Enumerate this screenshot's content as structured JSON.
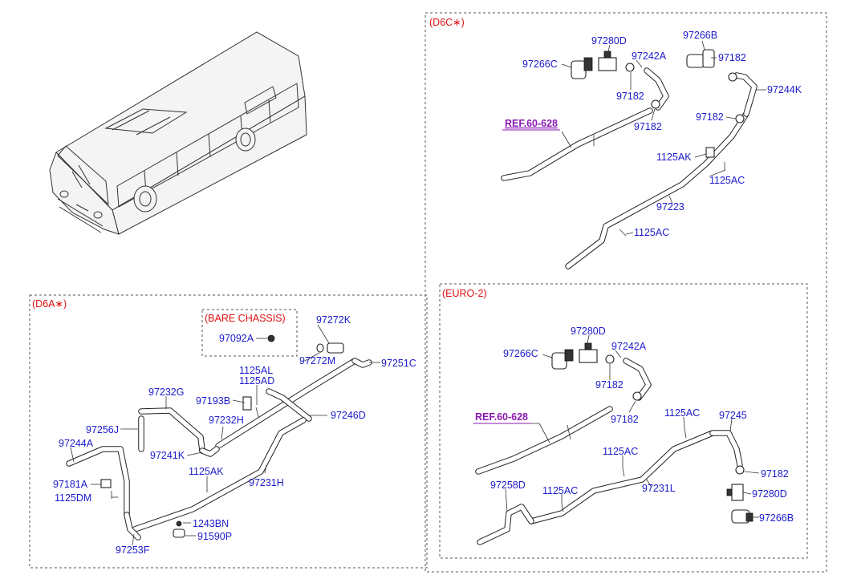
{
  "sections": {
    "d6a": "(D6A∗)",
    "d6c": "(D6C∗)",
    "euro2": "(EURO-2)",
    "bare_chassis": "(BARE CHASSIS)"
  },
  "d6a_labels": {
    "p97092A": "97092A",
    "p97272K": "97272K",
    "p97272M": "97272M",
    "p97251C": "97251C",
    "p1125AL": "1125AL",
    "p1125AD": "1125AD",
    "p97232G": "97232G",
    "p97193B": "97193B",
    "p97246D": "97246D",
    "p97232H": "97232H",
    "p97256J": "97256J",
    "p97244A": "97244A",
    "p97241K": "97241K",
    "p1125AK": "1125AK",
    "p97231H": "97231H",
    "p97181A": "97181A",
    "p1125DM": "1125DM",
    "p1243BN": "1243BN",
    "p91590P": "91590P",
    "p97253F": "97253F"
  },
  "d6c_labels": {
    "p97280D": "97280D",
    "p97266B": "97266B",
    "p97266C": "97266C",
    "p97242A": "97242A",
    "p97182a": "97182",
    "p97244K": "97244K",
    "p97182b": "97182",
    "p97182c": "97182",
    "p97182d": "97182",
    "ref": "REF.60-628",
    "p1125AKa": "1125AK",
    "p1125ACa": "1125AC",
    "p97223": "97223",
    "p1125ACb": "1125AC"
  },
  "euro2_labels": {
    "p97280D": "97280D",
    "p97266C": "97266C",
    "p97242A": "97242A",
    "p97182a": "97182",
    "ref": "REF.60-628",
    "p97182b": "97182",
    "p1125ACa": "1125AC",
    "p97245": "97245",
    "p1125ACb": "1125AC",
    "p97182c": "97182",
    "p97258D": "97258D",
    "p1125ACc": "1125AC",
    "p97231L": "97231L",
    "p97280D2": "97280D",
    "p97266B": "97266B"
  }
}
